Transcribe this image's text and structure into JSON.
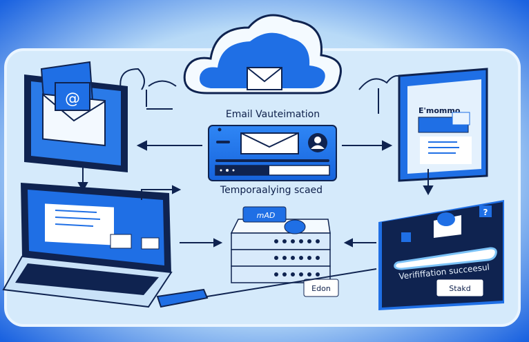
{
  "title": "Email Vauteimation",
  "subtitle": "Temporaalying scaed",
  "tablet_heading": "E'mommo",
  "server_tag": "mAD",
  "verification_text": "Verififfation succeesul",
  "labels": {
    "left": "Edon",
    "right": "Stakd"
  },
  "icons": {
    "at": "@",
    "help": "?"
  },
  "colors": {
    "accent": "#1f6fe5",
    "navy": "#0f2350",
    "background_light": "#d9ecfb"
  }
}
